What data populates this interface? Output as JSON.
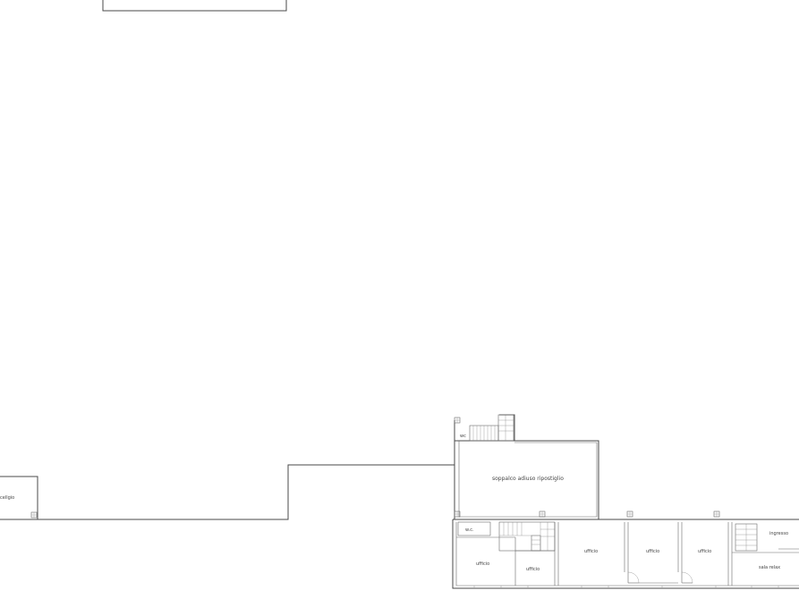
{
  "plan": {
    "rooms": {
      "garage": "cellgio",
      "soppalco": "soppalco adiuso ripostiglio",
      "wc_top": "wc",
      "wc": "w.c.",
      "ufficio_left": "ufficio",
      "ufficio_mid": "ufficio",
      "ufficio_a": "ufficio",
      "ufficio_b": "ufficio",
      "ufficio_c": "ufficio",
      "ingresso": "ingresso",
      "sala_relax": "sala relax"
    }
  }
}
